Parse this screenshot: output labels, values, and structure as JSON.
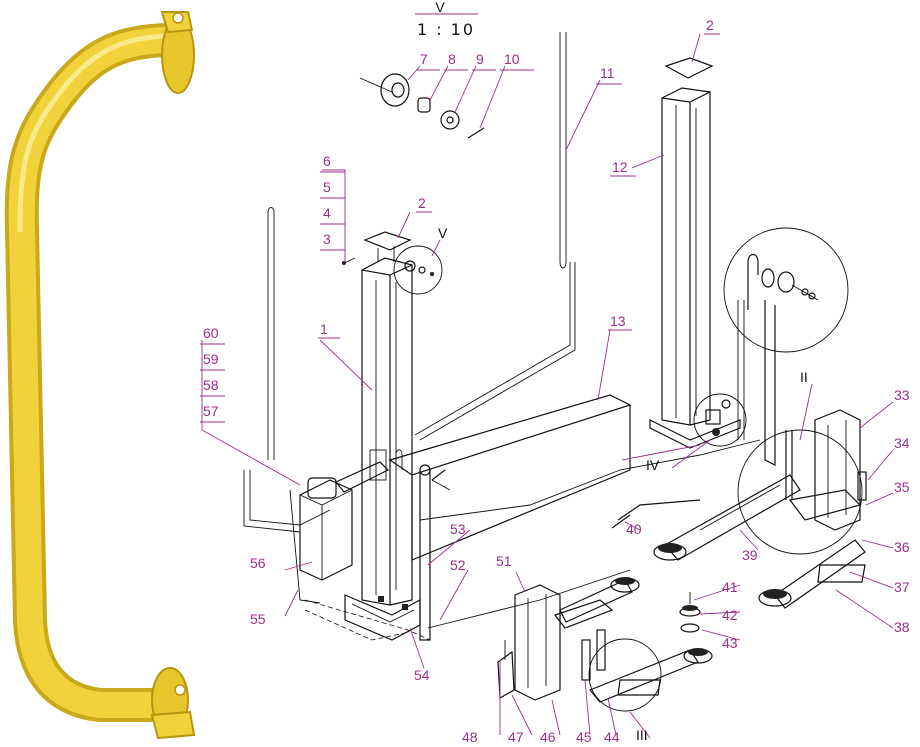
{
  "diagram": {
    "detail_view": {
      "label": "V",
      "scale": "1 : 10"
    },
    "section_marks": [
      "II",
      "III",
      "IV",
      "V"
    ],
    "callouts": [
      "1",
      "2",
      "2",
      "3",
      "4",
      "5",
      "6",
      "7",
      "8",
      "9",
      "10",
      "11",
      "12",
      "13",
      "33",
      "34",
      "35",
      "36",
      "37",
      "38",
      "39",
      "40",
      "41",
      "42",
      "43",
      "44",
      "45",
      "46",
      "47",
      "48",
      "51",
      "52",
      "53",
      "54",
      "55",
      "56",
      "57",
      "58",
      "59",
      "60"
    ]
  },
  "colors": {
    "callout": "#9b2f8c",
    "handle": "#f2d23a",
    "handle_shade": "#c9a81a",
    "line": "#111111"
  }
}
